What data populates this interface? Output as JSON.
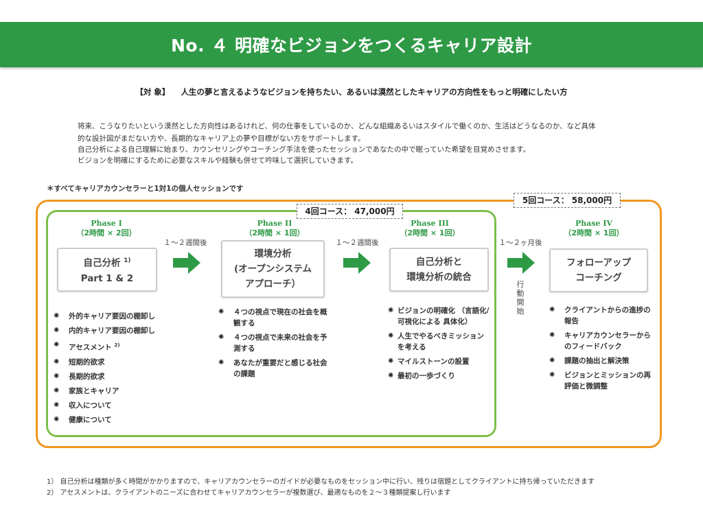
{
  "header": {
    "title": "No. ４  明確なビジョンをつくるキャリア設計"
  },
  "target": {
    "label": "【対 象】",
    "text": "人生の夢と言えるようなビジョンを持ちたい、あるいは漠然としたキャリアの方向性をもっと明確にしたい方"
  },
  "description": [
    "将来、こうなりたいという漠然とした方向性はあるけれど、何の仕事をしているのか、どんな組織あるいはスタイルで働くのか、生活はどうなるのか、など具体",
    "的な設計図がまだない方や、長期的なキャリア上の夢や目標がない方をサポートします。",
    "自己分析による自己理解に始まり、カウンセリングやコーチング手法を使ったセッションであなたの中で眠っていた希望を目覚めさせます。",
    "ビジョンを明確にするために必要なスキルや経験も併せて吟味して選択していきます。"
  ],
  "note": "＊すべてキャリアカウンセラーと1対1の個人セッションです",
  "prices": {
    "course4": "4回コース： 47,000円",
    "course5": "5回コース： 58,000円"
  },
  "phases": [
    {
      "name": "Phase I",
      "duration": "（2時間 × 2回）",
      "box": [
        "自己分析",
        "Part 1 & 2"
      ],
      "box_sup": "1)",
      "items": [
        "外的キャリア要因の棚卸し",
        "内的キャリア要因の棚卸し",
        "アセスメント",
        "短期的欲求",
        "長期的欲求",
        "家族とキャリア",
        "収入について",
        "健康について"
      ],
      "item_sup": "2)"
    },
    {
      "name": "Phase II",
      "duration": "（2時間 × 1回）",
      "box": [
        "環境分析",
        "(オープンシステム",
        "アプローチ）"
      ],
      "items": [
        "４つの視点で現在の社会を概観する",
        "４つの視点で未来の社会を予測する",
        "あなたが重要だと感じる社会の課題"
      ]
    },
    {
      "name": "Phase III",
      "duration": "（2時間 × 1回）",
      "box": [
        "自己分析と",
        "環境分析の統合"
      ],
      "items": [
        "ビジョンの明確化 （言語化/可視化による 具体化）",
        "人生でやるべきミッションを考える",
        "マイルストーンの設置",
        "最初の一歩づくり"
      ]
    },
    {
      "name": "Phase IV",
      "duration": "（2時間 × 1回）",
      "box": [
        "フォローアップ",
        "コーチング"
      ],
      "items": [
        "クライアントからの進捗の報告",
        "キャリアカウンセラーからのフィードバック",
        "課題の抽出と解決策",
        "ビジョンとミッションの再評価と微調整"
      ]
    }
  ],
  "intervals": [
    "１〜２週間後",
    "１〜２週間後",
    "１〜２ヶ月後"
  ],
  "action_start": "行動開始",
  "footnotes": [
    "1）  自己分析は種類が多く時間がかかりますので、キャリアカウンセラーのガイドが必要なものをセッション中に行い、残りは宿題としてクライアントに持ち帰っていただきます",
    "2）  アセスメントは、クライアントのニーズに合わせてキャリアカウンセラーが複数選び、最適なものを２〜３種類提案し行います"
  ],
  "colors": {
    "header": "#2f9a46",
    "orange": "#f0961c",
    "green": "#7cbf4a",
    "arrow": "#2f9a46"
  }
}
